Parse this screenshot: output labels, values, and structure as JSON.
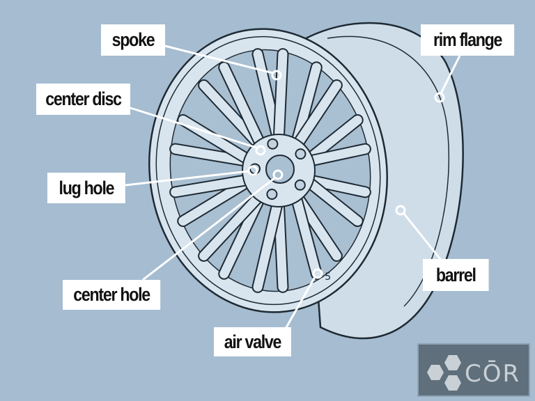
{
  "labels": {
    "spoke": "spoke",
    "center_disc": "center disc",
    "lug_hole": "lug hole",
    "center_hole": "center hole",
    "air_valve": "air valve",
    "rim_flange": "rim flange",
    "barrel": "barrel"
  },
  "logo": {
    "text": "CŌR"
  },
  "colors": {
    "background": "#a5bcd1",
    "wheel": "#d8e4ee",
    "outline": "#1e2a33",
    "logo_bg": "#5f6f7b",
    "logo_fg": "#c9d0d6"
  }
}
